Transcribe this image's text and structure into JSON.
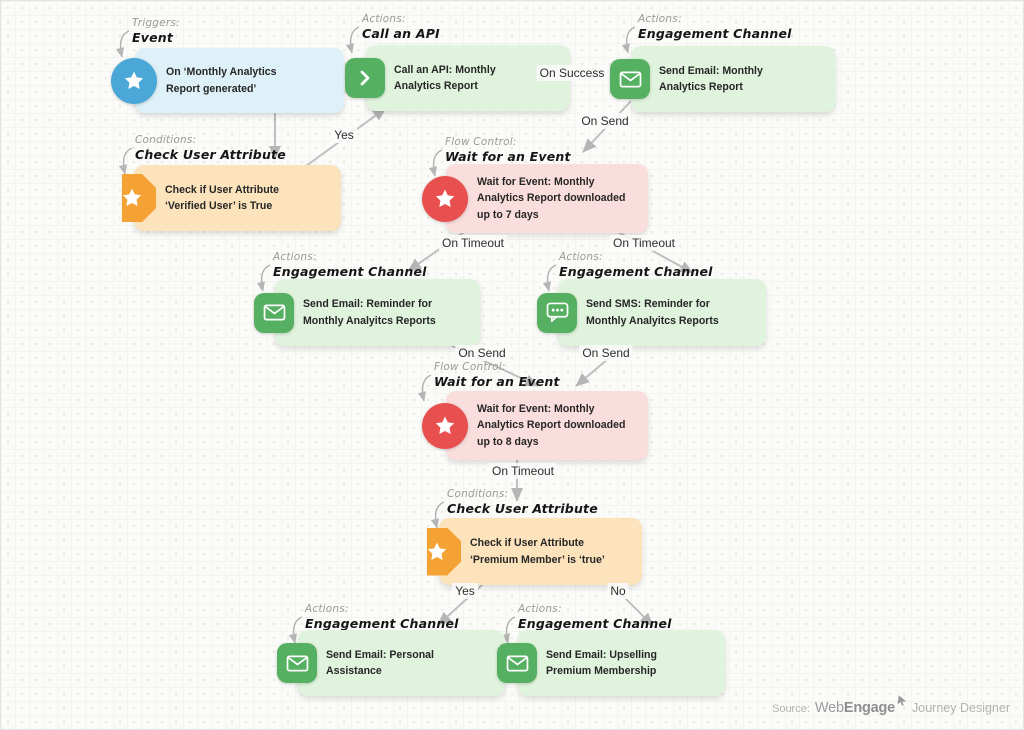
{
  "footer": {
    "source_label": "Source:",
    "brand_web": "Web",
    "brand_engage": "Engage",
    "brand_suffix": "Journey Designer"
  },
  "palette": {
    "trigger_icon": "#4aa7d8",
    "trigger_bg": "#def0f8",
    "action_icon": "#55b061",
    "action_bg": "#dff3dd",
    "condition_icon": "#f4a233",
    "condition_bg": "#fce3bc",
    "wait_icon": "#e85050",
    "wait_bg": "#fadddd",
    "connector": "#bdbdbd"
  },
  "nodes": [
    {
      "id": "trigger-event",
      "category": "Triggers:",
      "type": "Event",
      "icon": "star-circle",
      "text": "On ‘Monthly Analytics\nReport generated’"
    },
    {
      "id": "call-api",
      "category": "Actions:",
      "type": "Call an API",
      "icon": "chevron-right-square",
      "text": "Call an API: Monthly\nAnalytics Report"
    },
    {
      "id": "send-email-report",
      "category": "Actions:",
      "type": "Engagement Channel",
      "icon": "envelope-square",
      "text": "Send Email: Monthly\nAnalytics Report"
    },
    {
      "id": "check-verified-user",
      "category": "Conditions:",
      "type": "Check User Attribute",
      "icon": "star-octagon",
      "text": "Check if User Attribute\n‘Verified User’ is True"
    },
    {
      "id": "wait-event-7-days",
      "category": "Flow Control:",
      "type": "Wait for an Event",
      "icon": "star-circle",
      "text": "Wait for Event: Monthly\nAnalytics Report downloaded\nup to 7 days"
    },
    {
      "id": "send-email-reminder",
      "category": "Actions:",
      "type": "Engagement Channel",
      "icon": "envelope-square",
      "text": "Send Email: Reminder for\nMonthly Analyitcs Reports"
    },
    {
      "id": "send-sms-reminder",
      "category": "Actions:",
      "type": "Engagement Channel",
      "icon": "chat-dots-square",
      "text": "Send SMS: Reminder for\nMonthly Analyitcs Reports"
    },
    {
      "id": "wait-event-8-days",
      "category": "Flow Control:",
      "type": "Wait for an Event",
      "icon": "star-circle",
      "text": "Wait for Event: Monthly\nAnalytics Report downloaded\nup to 8 days"
    },
    {
      "id": "check-premium-member",
      "category": "Conditions:",
      "type": "Check User Attribute",
      "icon": "star-octagon",
      "text": "Check if User Attribute\n‘Premium Member’ is ‘true’"
    },
    {
      "id": "send-email-personal",
      "category": "Actions:",
      "type": "Engagement Channel",
      "icon": "envelope-square",
      "text": "Send Email: Personal\nAssistance"
    },
    {
      "id": "send-email-upsell",
      "category": "Actions:",
      "type": "Engagement Channel",
      "icon": "envelope-square",
      "text": "Send Email: Upselling\nPremium Membership"
    }
  ],
  "edge_labels": [
    {
      "id": "yes-to-api",
      "label": "Yes"
    },
    {
      "id": "on-success",
      "label": "On Success"
    },
    {
      "id": "on-send-to-wait7",
      "label": "On Send"
    },
    {
      "id": "on-timeout-left",
      "label": "On Timeout"
    },
    {
      "id": "on-timeout-right",
      "label": "On Timeout"
    },
    {
      "id": "on-send-left",
      "label": "On Send"
    },
    {
      "id": "on-send-right",
      "label": "On Send"
    },
    {
      "id": "on-timeout-to-condition",
      "label": "On Timeout"
    },
    {
      "id": "yes-to-personal",
      "label": "Yes"
    },
    {
      "id": "no-to-upsell",
      "label": "No"
    }
  ]
}
